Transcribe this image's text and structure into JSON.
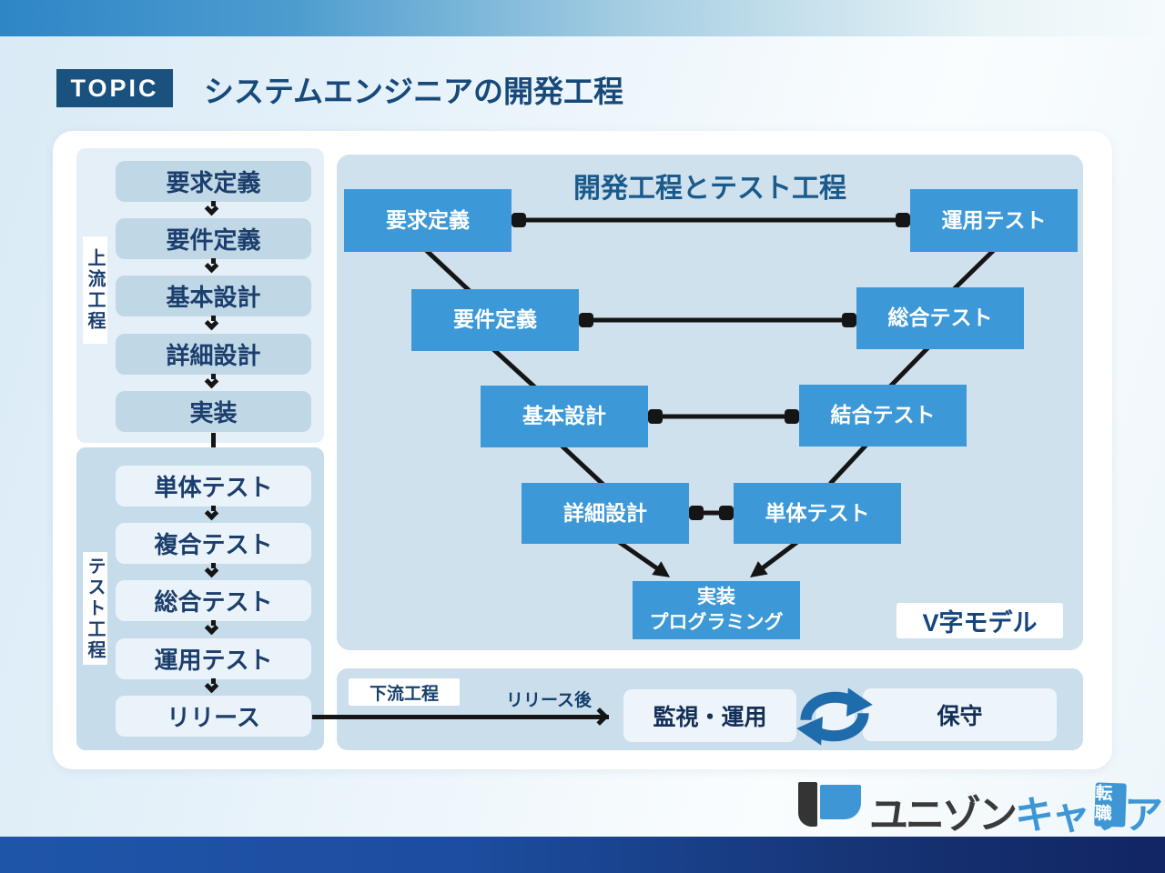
{
  "header": {
    "topic_label": "TOPIC",
    "title": "システムエンジニアの開発工程"
  },
  "sidebar": {
    "upstream": {
      "label": "上流工程",
      "steps": [
        "要求定義",
        "要件定義",
        "基本設計",
        "詳細設計",
        "実装"
      ]
    },
    "test": {
      "label": "テスト工程",
      "steps": [
        "単体テスト",
        "複合テスト",
        "総合テスト",
        "運用テスト",
        "リリース"
      ]
    }
  },
  "vmodel": {
    "title": "開発工程とテスト工程",
    "dev_steps": [
      "要求定義",
      "要件定義",
      "基本設計",
      "詳細設計"
    ],
    "test_steps": [
      "運用テスト",
      "総合テスト",
      "結合テスト",
      "単体テスト"
    ],
    "impl_line1": "実装",
    "impl_line2": "プログラミング",
    "caption": "V字モデル"
  },
  "downstream": {
    "label": "下流工程",
    "arrow_label": "リリース後",
    "monitor": "監視・運用",
    "maintain": "保守"
  },
  "logo": {
    "name_dark": "ユニゾン",
    "name_blue": "キャリア",
    "badge": "転職"
  },
  "colors": {
    "accent_blue": "#3c98d7",
    "navy_text": "#17497b",
    "topic_badge_bg": "#19517f",
    "v_panel_bg": "#cfe1ed",
    "strip_bg": "#cadeec",
    "upstream_bg": "#e4eff7",
    "upstream_step_bg": "#c0d8e6",
    "test_bg": "#c6dcea",
    "test_step_bg": "#eaf3f9",
    "band_top_blue": "#2e86c6",
    "band_bottom_navy": "#13276d",
    "cycle_icon_blue": "#1e6cab",
    "logo_blue": "#3e97d4",
    "arrow_black": "#151515"
  }
}
